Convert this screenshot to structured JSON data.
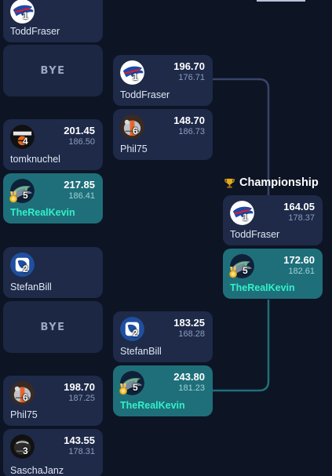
{
  "round1": [
    {
      "id": "r1-1",
      "type": "team",
      "name": "ToddFraser",
      "seed": "1",
      "logo": "bills",
      "score": "",
      "projection": "",
      "winner": false
    },
    {
      "id": "r1-2",
      "type": "bye",
      "label": "BYE"
    },
    {
      "id": "r1-3",
      "type": "team",
      "name": "tomknuchel",
      "seed": "4",
      "logo": "bears-monsters",
      "score": "201.45",
      "projection": "186.50",
      "winner": false
    },
    {
      "id": "r1-4",
      "type": "team",
      "name": "TheRealKevin",
      "seed": "5",
      "logo": "seahawks",
      "score": "217.85",
      "projection": "186.41",
      "winner": true,
      "medal": true
    },
    {
      "id": "r1-5",
      "type": "team",
      "name": "StefanBill",
      "seed": "2",
      "logo": "lions",
      "score": "",
      "projection": "",
      "winner": false
    },
    {
      "id": "r1-6",
      "type": "bye",
      "label": "BYE"
    },
    {
      "id": "r1-7",
      "type": "team",
      "name": "Phil75",
      "seed": "6",
      "logo": "browns",
      "score": "198.70",
      "projection": "187.25",
      "winner": false
    },
    {
      "id": "r1-8",
      "type": "team",
      "name": "SaschaJanz",
      "seed": "3",
      "logo": "raiders",
      "score": "143.55",
      "projection": "178.31",
      "winner": false
    }
  ],
  "round2": [
    {
      "id": "r2-1",
      "name": "ToddFraser",
      "seed": "1",
      "logo": "bills",
      "score": "196.70",
      "projection": "176.71",
      "winner": false
    },
    {
      "id": "r2-2",
      "name": "Phil75",
      "seed": "6",
      "logo": "browns",
      "score": "148.70",
      "projection": "186.73",
      "winner": false
    },
    {
      "id": "r2-3",
      "name": "StefanBill",
      "seed": "2",
      "logo": "lions",
      "score": "183.25",
      "projection": "168.28",
      "winner": false
    },
    {
      "id": "r2-4",
      "name": "TheRealKevin",
      "seed": "5",
      "logo": "seahawks",
      "score": "243.80",
      "projection": "181.23",
      "winner": true,
      "medal": true
    }
  ],
  "championship": {
    "title": "Championship",
    "teams": [
      {
        "id": "c-1",
        "name": "ToddFraser",
        "seed": "1",
        "logo": "bills",
        "score": "164.05",
        "projection": "178.37",
        "winner": false
      },
      {
        "id": "c-2",
        "name": "TheRealKevin",
        "seed": "5",
        "logo": "seahawks",
        "score": "172.60",
        "projection": "182.61",
        "winner": true,
        "medal": true
      }
    ]
  },
  "colors": {
    "background": "#0d1424",
    "card": "#1e2a48",
    "winner_card": "#1f6f7a",
    "winner_name": "#33f0c9",
    "connector": "#39446a",
    "winner_connector": "#1f6f7a"
  }
}
